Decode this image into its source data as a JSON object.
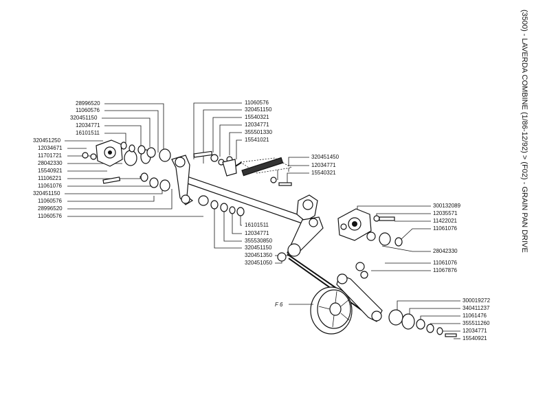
{
  "side_title": "(3500) - LAVERDA COMBINE (1/86-12/92) > (F02) - GRAIN PAN DRIVE",
  "figure_ref": "F 6",
  "labels": {
    "l1": "28996520",
    "l2": "11060576",
    "l3": "320451150",
    "l4": "12034771",
    "l5": "16101511",
    "l6": "320451250",
    "l7": "12034671",
    "l8": "11701721",
    "l9": "28042330",
    "l10": "15540921",
    "l11": "11106221",
    "l12": "11061076",
    "l13": "320451150",
    "l14": "11060576",
    "l15": "28996520",
    "l16": "11060576",
    "t1": "11060576",
    "t2": "320451150",
    "t3": "15540321",
    "t4": "12034771",
    "t5": "355501330",
    "t6": "15541021",
    "t7": "320451450",
    "t8": "12034771",
    "t9": "15540321",
    "m1": "16101511",
    "m2": "12034771",
    "m3": "355530850",
    "m4": "320451150",
    "m5": "320451350",
    "m6": "320451050",
    "r1": "300132089",
    "r2": "12035571",
    "r3": "11422021",
    "r4": "11061076",
    "r5": "28042330",
    "r6": "11061076",
    "r7": "11067876",
    "r8": "300019272",
    "r9": "340411237",
    "r10": "11061476",
    "r11": "355511260",
    "r12": "12034771",
    "r13": "15540921"
  }
}
